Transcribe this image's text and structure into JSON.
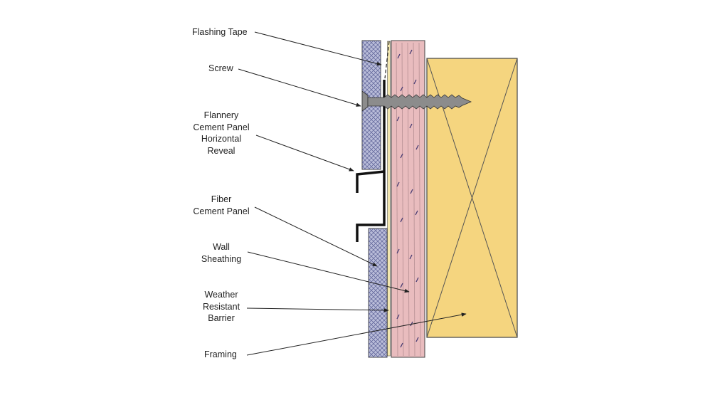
{
  "labels": {
    "flashing_tape": "Flashing Tape",
    "screw": "Screw",
    "reveal": [
      "Flannery",
      "Cement Panel",
      "Horizontal",
      "Reveal"
    ],
    "fiber_cement_panel": [
      "Fiber",
      "Cement Panel"
    ],
    "wall_sheathing": [
      "Wall",
      "Sheathing"
    ],
    "wrb": [
      "Weather",
      "Resistant",
      "Barrier"
    ],
    "framing": "Framing"
  },
  "colors": {
    "fiber_cement_panel": "#b9bcd9",
    "wall_sheathing": "#e9bcbe",
    "framing": "#f5d57f",
    "screw": "#8c8c8c",
    "reveal_trim": "#111111",
    "line": "#333333"
  }
}
